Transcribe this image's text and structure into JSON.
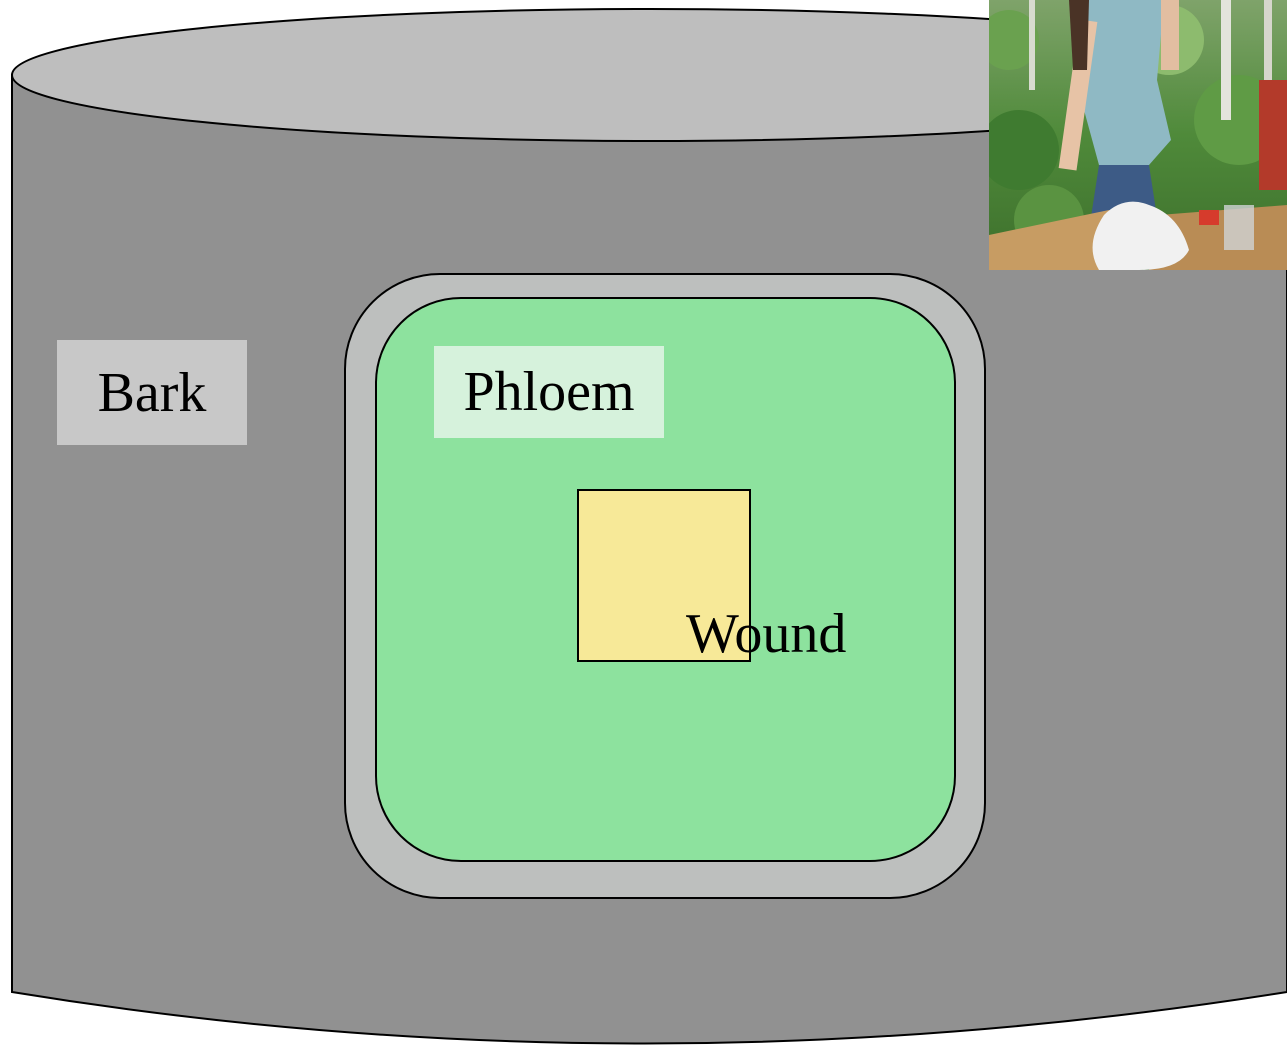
{
  "labels": {
    "bark": "Bark",
    "phloem": "Phloem",
    "wound": "Wound"
  },
  "colors": {
    "bark_body": "#919191",
    "bark_top": "#bebebe",
    "cambium_ring": "#bdbfbe",
    "phloem": "#8de29e",
    "wound": "#f7e998",
    "bark_label_bg": "#c8c8c8",
    "phloem_label_bg": "#d6f2dc"
  },
  "photo": {
    "description_icon": "field-photo-researcher-icon"
  }
}
